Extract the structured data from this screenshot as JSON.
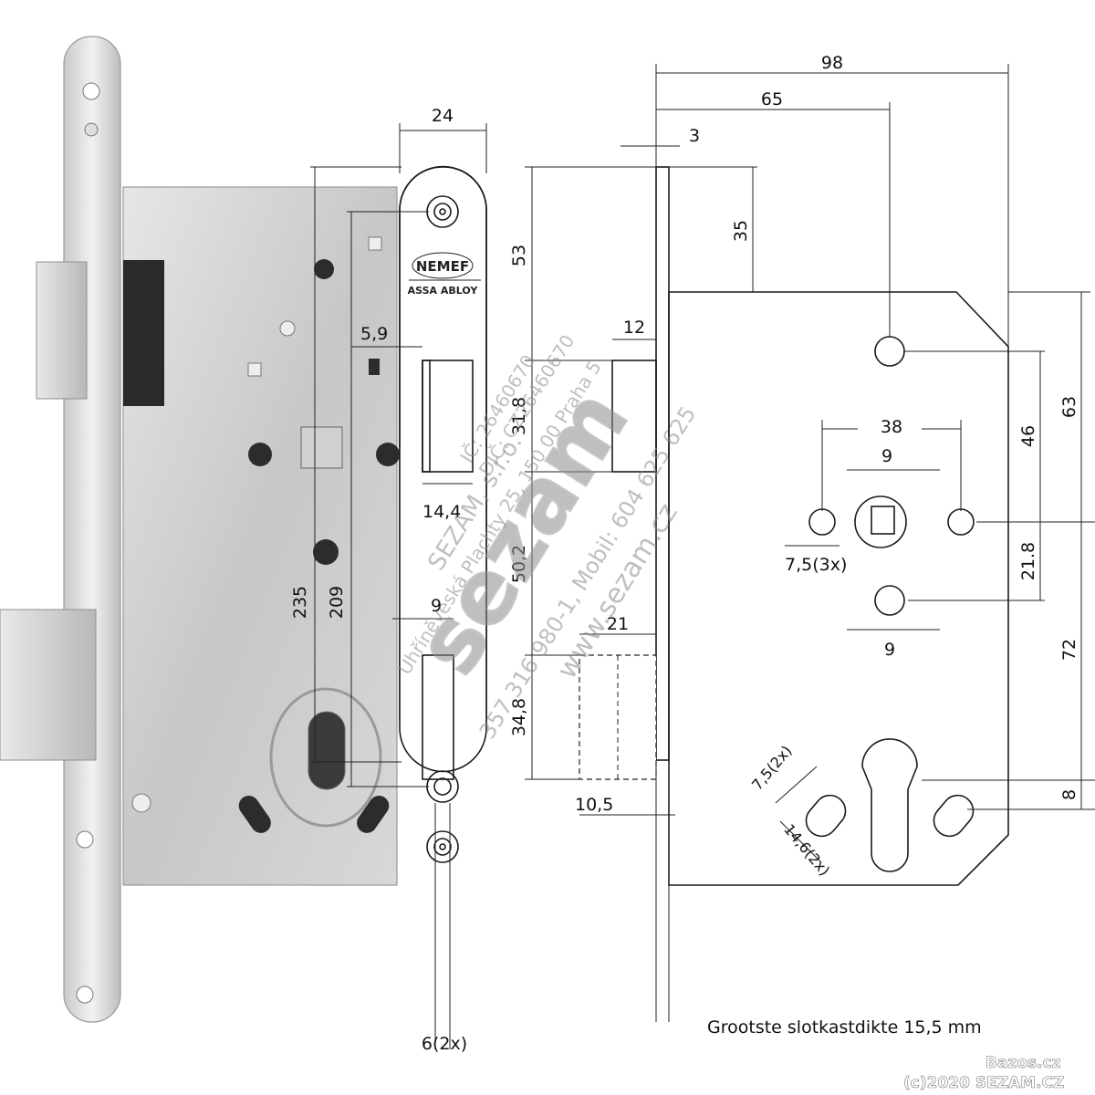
{
  "front_view": {
    "dim_width": "24",
    "dim_latch_offset": "5,9",
    "dim_latch_width": "14,4",
    "dim_bolt_offset": "9",
    "dim_overall_height": "235",
    "dim_screw_spacing": "209",
    "dim_screw_holes": "6(2x)",
    "brand": "NEMEF",
    "brand_sub": "ASSA ABLOY"
  },
  "side_view": {
    "dim_depth": "98",
    "dim_backset": "65",
    "dim_faceplate": "3",
    "dim_top": "53",
    "dim_top_case": "35",
    "dim_latch_proj": "12",
    "dim_latch_height": "31,8",
    "dim_spacing": "50,2",
    "dim_bolt_proj": "21",
    "dim_bolt_height": "34,8",
    "dim_bolt_offset": "10,5",
    "dim_holes_spacing": "38",
    "dim_follower_top": "9",
    "dim_follower_bottom": "9",
    "dim_holes_dia": "7,5(3x)",
    "dim_46": "46",
    "dim_63": "63",
    "dim_21_8": "21.8",
    "dim_72": "72",
    "dim_8": "8",
    "dim_slot_width": "7,5(2x)",
    "dim_slot_length": "14,6(2x)",
    "caption": "Grootste slotkastdikte 15,5 mm"
  },
  "watermark": {
    "company": "SEZAM, s.r.o.",
    "address": "Uhříněveská Plachty 25, 150 00 Praha 5",
    "ico": "IČ: 26460670",
    "dic": "DIČ: CZ26460670",
    "phone": "357 316 980-1, Mobil: 604 625 625",
    "web": "www.sezam.cz",
    "logo": "sezam"
  },
  "footer": {
    "copyright": "(c)2020 SEZAM.CZ",
    "site": "Bazos.cz"
  }
}
